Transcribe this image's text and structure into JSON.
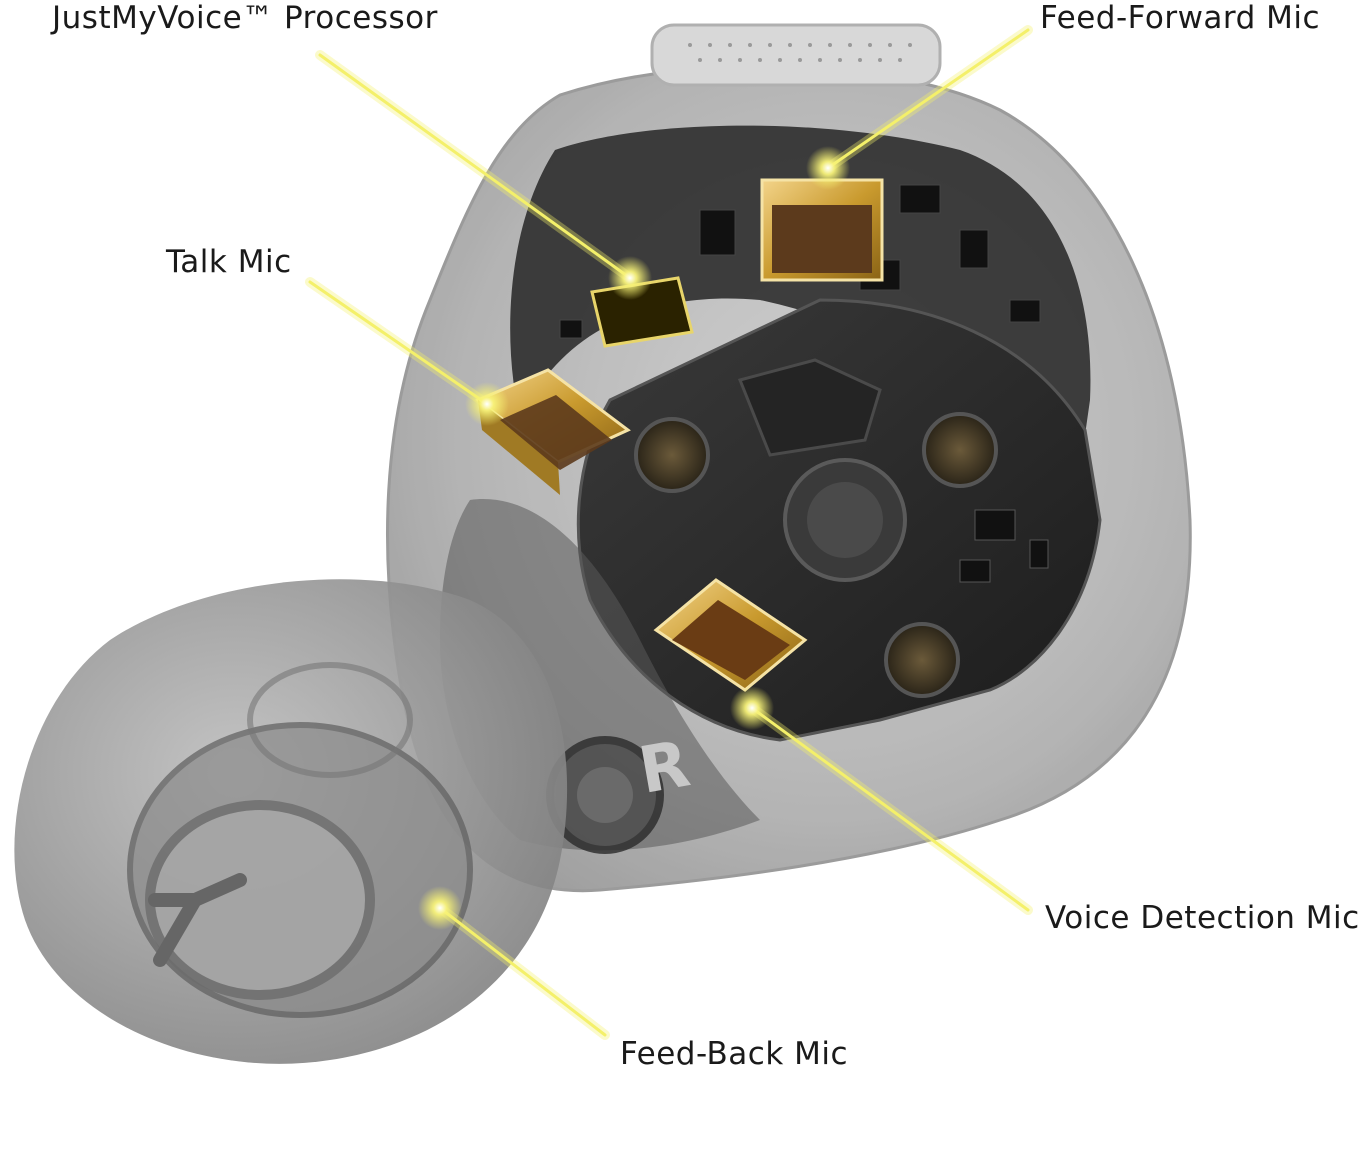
{
  "labels": {
    "processor": "JustMyVoice™ Processor",
    "feed_forward": "Feed-Forward Mic",
    "talk": "Talk Mic",
    "voice_detection": "Voice Detection Mic",
    "feed_back": "Feed-Back Mic"
  },
  "earbud": {
    "side_mark": "R"
  },
  "colors": {
    "highlight": "#f4f06a",
    "chip_gold": "#c99a2e",
    "shell": "#9c9c9c",
    "board": "#2a2a2a"
  }
}
